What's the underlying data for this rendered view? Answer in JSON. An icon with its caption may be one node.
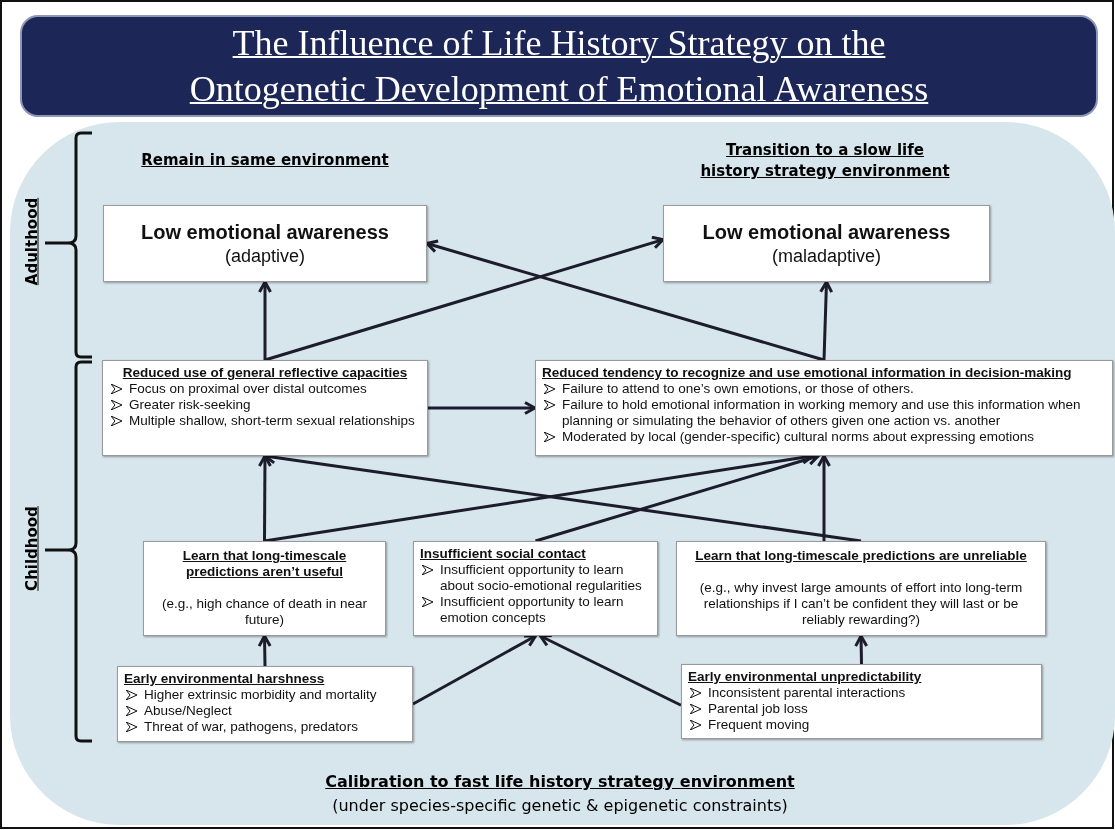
{
  "diagram": {
    "nodes": [
      {
        "text": [
          "The Influence of Life History Strategy on the Ontogenetic Development of Emotional Awareness"
        ]
      },
      {
        "text": [
          "Calibration to fast life history strategy environment",
          "(under species-specific genetic & epigenetic constraints)"
        ]
      },
      {
        "text": [
          "Low emotional awareness",
          "(adaptive)"
        ],
        "in": 1
      },
      {
        "text": [
          "Low emotional awareness",
          "(maladaptive)"
        ],
        "in": 1
      },
      {
        "text": [
          "Reduced use of general reflective capacities",
          "Focus on proximal over distal outcomes",
          "Greater risk-seeking",
          "Multiple shallow, short-term sexual relationships"
        ],
        "in": 1
      },
      {
        "text": [
          "Reduced tendency to recognize and use emotional information in decision-making",
          "Failure to attend to one’s own emotions, or those of others.",
          "Failure to hold emotional information in working memory and use this information when planning or simulating the behavior of others given one action vs. another",
          "Moderated by local (gender-specific) cultural norms about expressing emotions"
        ],
        "in": 1
      },
      {
        "text": [
          "Learn that long-timescale predictions aren’t useful",
          "(e.g., high chance of death in near future)"
        ],
        "in": 1
      },
      {
        "text": [
          "Insufficient social contact",
          "Insufficient opportunity to learn about socio-emotional regularities",
          "Insufficient opportunity to learn emotion concepts"
        ],
        "in": 1
      },
      {
        "text": [
          "Learn that long-timescale predictions are unreliable",
          "(e.g., why invest large amounts of effort into long-term relationships if I can’t be confident they will last or be reliably rewarding?)"
        ],
        "in": 1
      },
      {
        "text": [
          "Early environmental harshness",
          "Higher extrinsic morbidity and mortality",
          "Abuse/Neglect",
          "Threat of war, pathogens, predators"
        ],
        "in": 1
      },
      {
        "text": [
          "Early environmental unpredictability",
          "Inconsistent parental interactions",
          "Parental job loss",
          "Frequent moving"
        ],
        "in": 1
      }
    ],
    "edges": [
      {
        "from": 4,
        "to": 2,
        "arrow": "to"
      },
      {
        "from": 4,
        "to": 3,
        "arrow": "to"
      },
      {
        "from": 5,
        "to": 3,
        "arrow": "to"
      },
      {
        "from": 5,
        "to": 2,
        "arrow": "to"
      },
      {
        "from": 4,
        "to": 5,
        "arrow": "to"
      },
      {
        "from": 6,
        "to": 4,
        "arrow": "to"
      },
      {
        "from": 6,
        "to": 5,
        "arrow": "to"
      },
      {
        "from": 7,
        "to": 5,
        "arrow": "to"
      },
      {
        "from": 8,
        "to": 5,
        "arrow": "to"
      },
      {
        "from": 8,
        "to": 4,
        "arrow": "to"
      },
      {
        "from": 9,
        "to": 6,
        "arrow": "to"
      },
      {
        "from": 9,
        "to": 7,
        "arrow": "to"
      },
      {
        "from": 10,
        "to": 7,
        "arrow": "to"
      },
      {
        "from": 10,
        "to": 8,
        "arrow": "to"
      }
    ],
    "labels": [
      "Adulthood",
      "Remain in same environment",
      "Transition to a slow life history strategy environment",
      "Childhood"
    ]
  }
}
